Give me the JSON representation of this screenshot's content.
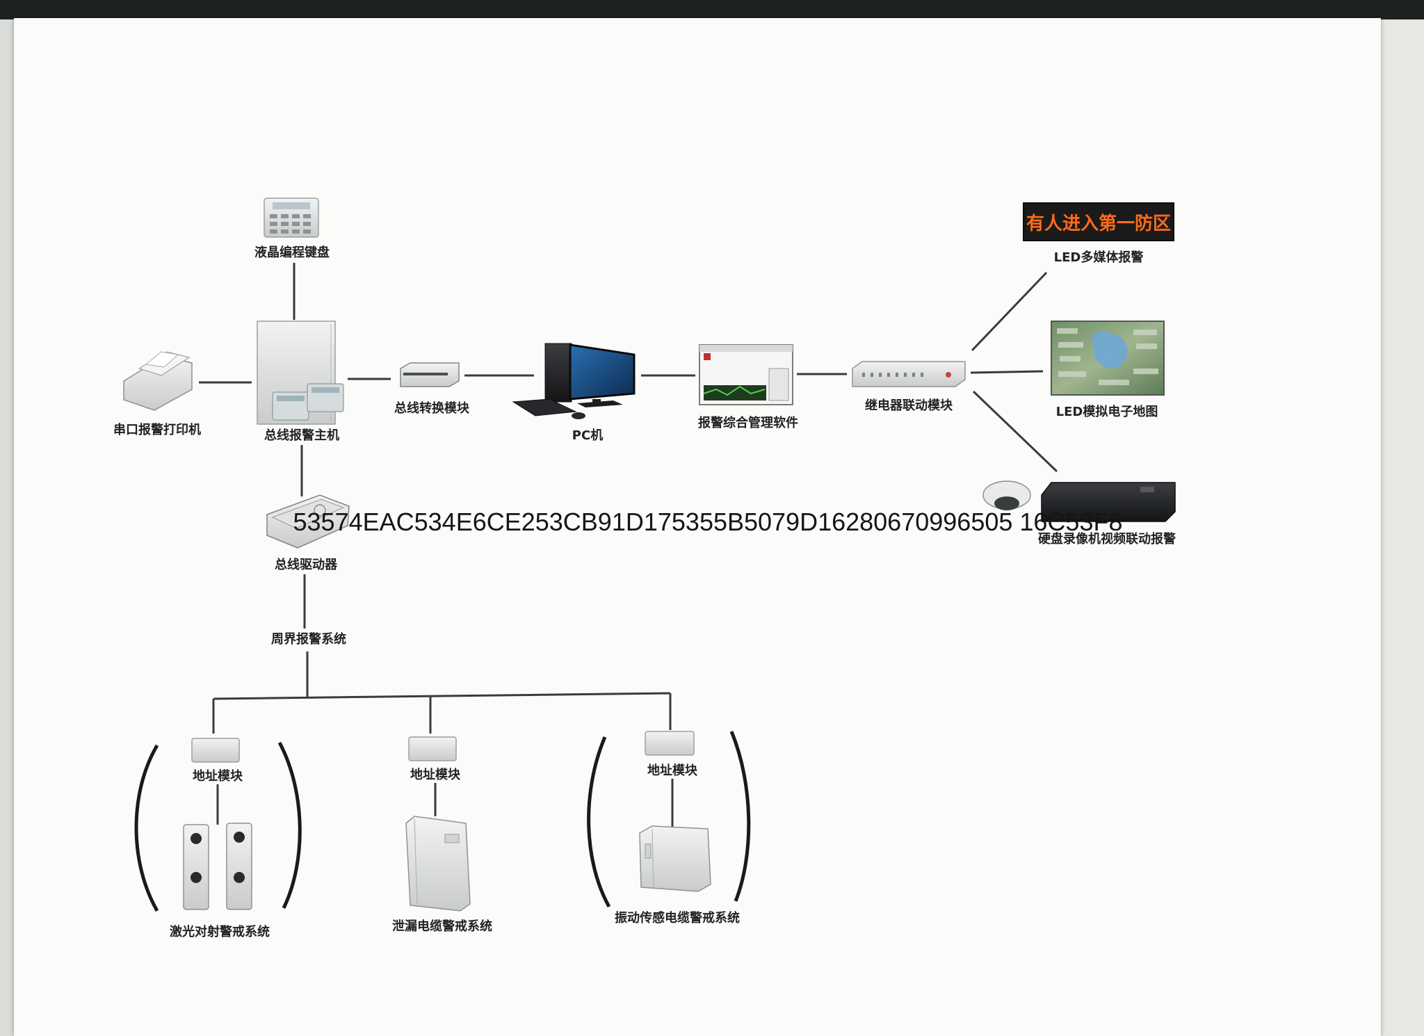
{
  "nodes": {
    "lcd_keyboard": "液晶编程键盘",
    "serial_printer": "串口报警打印机",
    "bus_host": "总线报警主机",
    "bus_converter": "总线转换模块",
    "pc": "PC机",
    "alarm_software": "报警综合管理软件",
    "relay_module": "继电器联动模块",
    "led_multimedia": "LED多媒体报警",
    "led_map": "LED模拟电子地图",
    "dvr_link": "硬盘录像机视频联动报警",
    "bus_driver": "总线驱动器",
    "perimeter": "周界报警系统",
    "addr_module_1": "地址模块",
    "addr_module_2": "地址模块",
    "addr_module_3": "地址模块",
    "laser_system": "激光对射警戒系统",
    "leaky_cable": "泄漏电缆警戒系统",
    "vibration_cable": "振动传感电缆警戒系统"
  },
  "led_display": "有人进入第一防区",
  "watermark_hash": "53574EAC534E6CE253CB91D175355B5079D16280670996505 16C53F8",
  "colors": {
    "paper": "#fbfbf9",
    "line": "#3a3a3a",
    "led_bg": "#1a1a1a",
    "led_text": "#ff6a1a"
  },
  "icons": [
    "printer-icon",
    "keyboard-icon",
    "alarm-host-icon",
    "converter-icon",
    "pc-icon",
    "software-screen-icon",
    "relay-rack-icon",
    "led-sign-icon",
    "map-icon",
    "camera-icon",
    "dvr-icon",
    "bus-driver-icon",
    "address-module-icon",
    "laser-beam-icon",
    "leaky-cable-box-icon",
    "vibration-box-icon"
  ]
}
